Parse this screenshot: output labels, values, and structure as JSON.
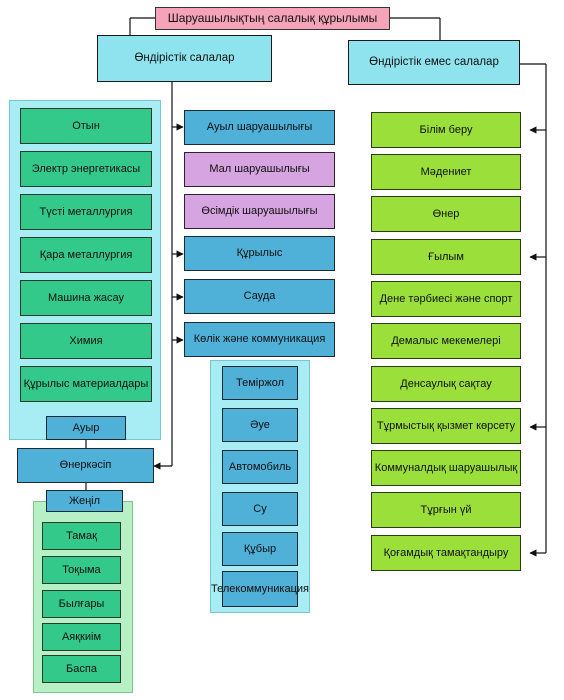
{
  "title": "Шаруашылықтың салалық құрылымы",
  "productive": {
    "header": "Өндірістік салалар",
    "industry_branches": [
      "Отын",
      "Электр энергетикасы",
      "Түсті металлургия",
      "Қара металлургия",
      "Машина жасау",
      "Химия",
      "Құрылыс материалдары"
    ],
    "heavy": "Ауыр",
    "industry": "Өнеркәсіп",
    "light": "Жеңіл",
    "light_branches": [
      "Тамақ",
      "Тоқыма",
      "Былғары",
      "Аяқкиім",
      "Баспа"
    ],
    "middle": [
      "Ауыл шаруашылығы",
      "Мал шаруашылығы",
      "Өсімдік шаруашылығы",
      "Құрылыс",
      "Сауда",
      "Көлік және коммуникация"
    ],
    "transport": [
      "Теміржол",
      "Әуе",
      "Автомобиль",
      "Су",
      "Құбыр",
      "Телекоммуникация"
    ]
  },
  "non_productive": {
    "header": "Өндірістік емес салалар",
    "items": [
      "Білім беру",
      "Мәдениет",
      "Өнер",
      "Ғылым",
      "Дене тәрбиесі және спорт",
      "Демалыс мекемелері",
      "Денсаулық сақтау",
      "Тұрмыстық қызмет көрсету",
      "Коммуналдық шаруашылық",
      "Тұрғын үй",
      "Қоғамдық тамақтандыру"
    ]
  },
  "colors": {
    "title": "#f4a3b8",
    "header": "#8fe3ee",
    "industry_box": "#33c98a",
    "non_productive_box": "#9be03a",
    "sector_box": "#4fb0d8",
    "sub_sector_box": "#d6a4e0"
  }
}
